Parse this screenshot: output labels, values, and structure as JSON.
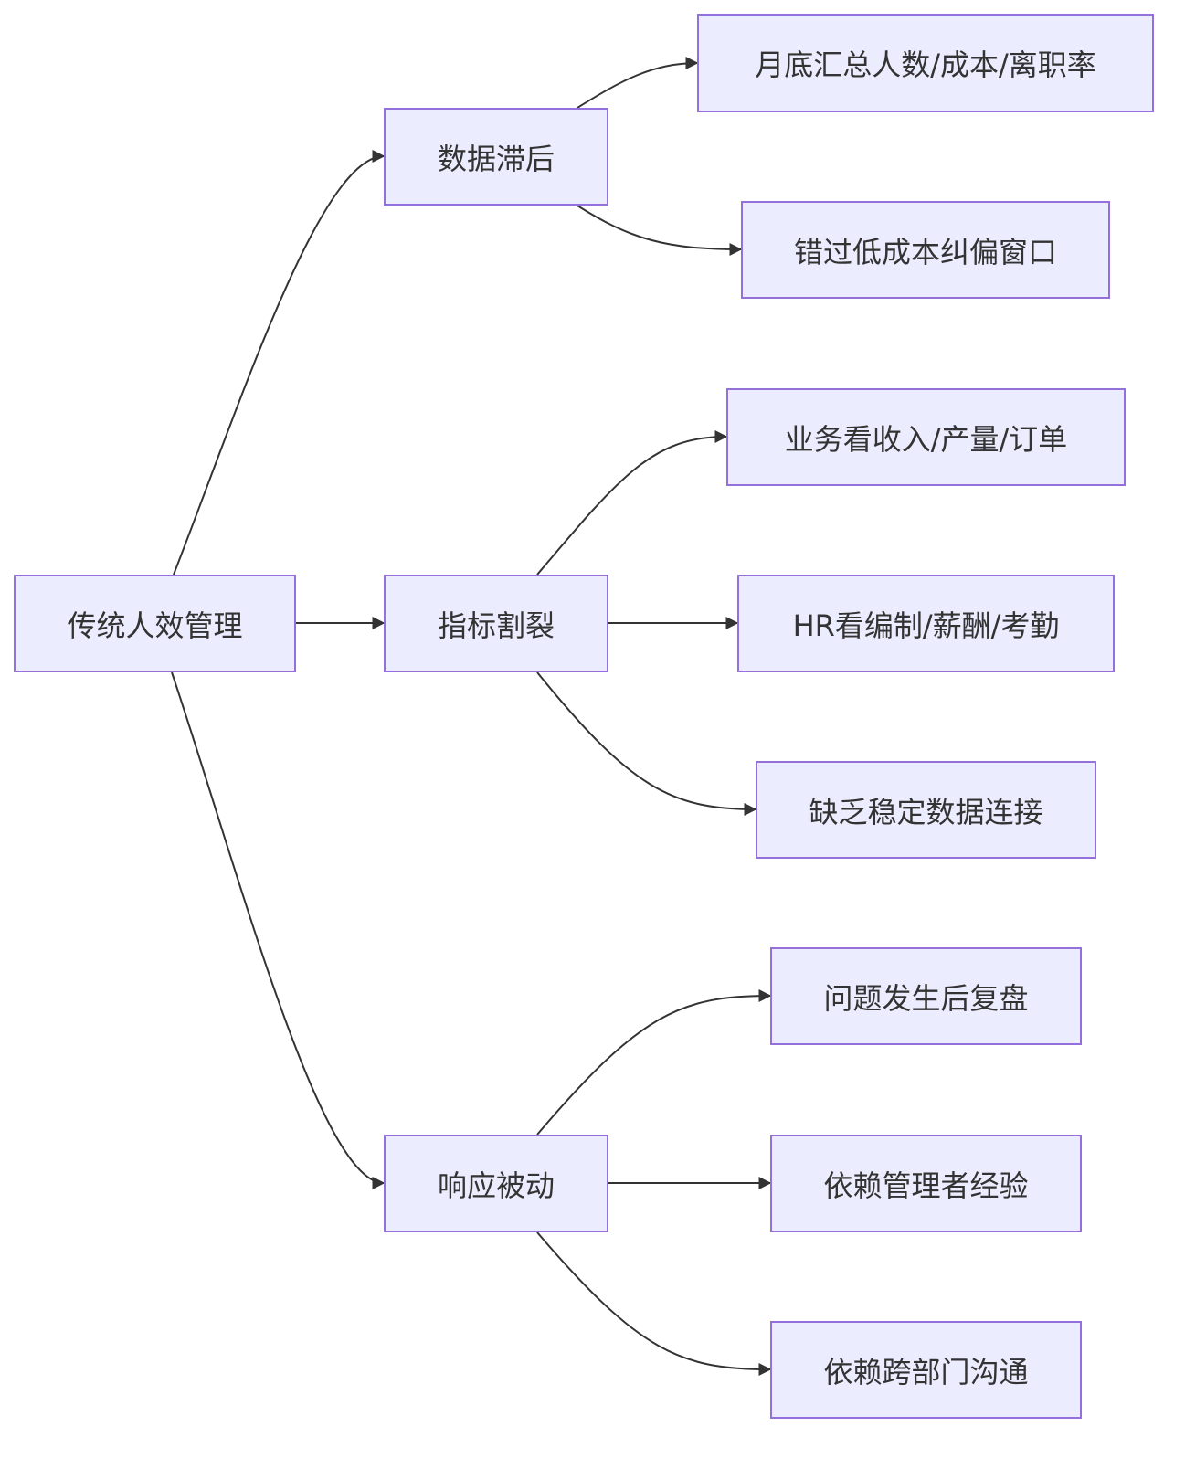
{
  "colors": {
    "node_fill": "#ECECFF",
    "node_border": "#9370DB",
    "edge": "#333333",
    "text": "#333333"
  },
  "nodes": {
    "root": "传统人效管理",
    "b1": "数据滞后",
    "b2": "指标割裂",
    "b3": "响应被动",
    "l1": "月底汇总人数/成本/离职率",
    "l2": "错过低成本纠偏窗口",
    "l3": "业务看收入/产量/订单",
    "l4": "HR看编制/薪酬/考勤",
    "l5": "缺乏稳定数据连接",
    "l6": "问题发生后复盘",
    "l7": "依赖管理者经验",
    "l8": "依赖跨部门沟通"
  },
  "edges": [
    {
      "from": "root",
      "to": "b1"
    },
    {
      "from": "root",
      "to": "b2"
    },
    {
      "from": "root",
      "to": "b3"
    },
    {
      "from": "b1",
      "to": "l1"
    },
    {
      "from": "b1",
      "to": "l2"
    },
    {
      "from": "b2",
      "to": "l3"
    },
    {
      "from": "b2",
      "to": "l4"
    },
    {
      "from": "b2",
      "to": "l5"
    },
    {
      "from": "b3",
      "to": "l6"
    },
    {
      "from": "b3",
      "to": "l7"
    },
    {
      "from": "b3",
      "to": "l8"
    }
  ]
}
